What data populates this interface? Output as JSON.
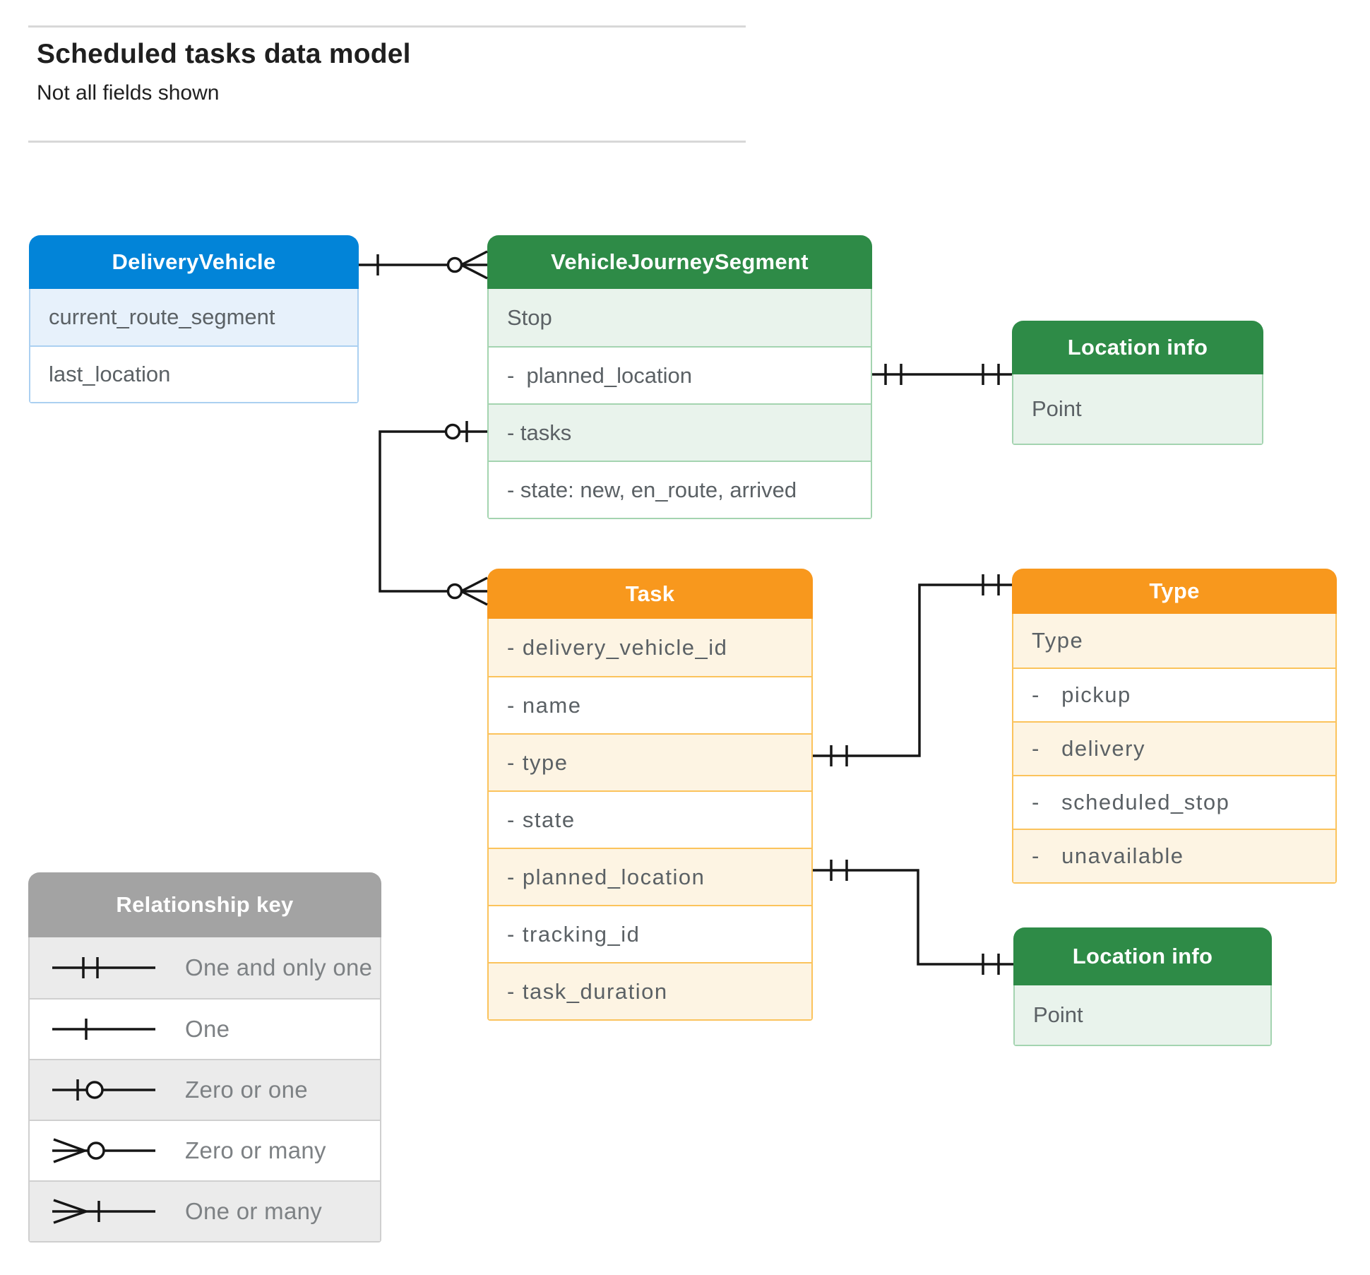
{
  "page": {
    "title": "Scheduled tasks data model",
    "subtitle": "Not all fields shown"
  },
  "entities": {
    "delivery_vehicle": {
      "title": "DeliveryVehicle",
      "rows": [
        "current_route_segment",
        "last_location"
      ]
    },
    "vehicle_journey_segment": {
      "title": "VehicleJourneySegment",
      "rows": [
        "Stop",
        "-  planned_location",
        "- tasks",
        "- state: new, en_route, arrived"
      ]
    },
    "location_info_top": {
      "title": "Location info",
      "rows": [
        "Point"
      ]
    },
    "task": {
      "title": "Task",
      "rows": [
        "- delivery_vehicle_id",
        "- name",
        "- type",
        "- state",
        "- planned_location",
        "- tracking_id",
        "- task_duration"
      ]
    },
    "type": {
      "title": "Type",
      "rows": [
        "Type",
        "-   pickup",
        "-   delivery",
        "-   scheduled_stop",
        "-   unavailable"
      ]
    },
    "location_info_bottom": {
      "title": "Location info",
      "rows": [
        "Point"
      ]
    }
  },
  "relationships": [
    {
      "from": "DeliveryVehicle",
      "to": "VehicleJourneySegment",
      "from_cardinality": "one",
      "to_cardinality": "zero-or-many"
    },
    {
      "from": "VehicleJourneySegment.tasks",
      "to": "Task",
      "from_cardinality": "zero-or-one",
      "to_cardinality": "zero-or-many"
    },
    {
      "from": "VehicleJourneySegment.planned_location",
      "to": "Location info",
      "from_cardinality": "one-and-only-one",
      "to_cardinality": "one-and-only-one"
    },
    {
      "from": "Task.type",
      "to": "Type",
      "from_cardinality": "one-and-only-one",
      "to_cardinality": "one-and-only-one"
    },
    {
      "from": "Task.planned_location",
      "to": "Location info",
      "from_cardinality": "one-and-only-one",
      "to_cardinality": "one-and-only-one"
    }
  ],
  "legend": {
    "title": "Relationship key",
    "items": [
      {
        "symbol": "one-and-only-one",
        "label": "One and only one"
      },
      {
        "symbol": "one",
        "label": "One"
      },
      {
        "symbol": "zero-or-one",
        "label": "Zero or one"
      },
      {
        "symbol": "zero-or-many",
        "label": "Zero or many"
      },
      {
        "symbol": "one-or-many",
        "label": "One or many"
      }
    ]
  },
  "colors": {
    "blue": "#0284d8",
    "blue_tint": "#e7f1fb",
    "blue_border": "#abd0f1",
    "green": "#2e8b47",
    "green_tint": "#e9f3ec",
    "green_border": "#a4d4b0",
    "orange": "#f8981d",
    "orange_tint": "#fdf4e3",
    "orange_border": "#fbc35c",
    "gray": "#a3a3a3",
    "gray_tint": "#ebebeb",
    "gray_border": "#cfcfcf",
    "line": "#161616",
    "text": "#5b6165",
    "muted": "#7d8184",
    "title": "#1f1f1f",
    "rule": "#d8d8d8"
  }
}
